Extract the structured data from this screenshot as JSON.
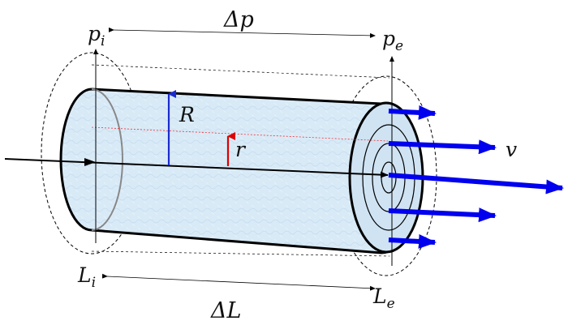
{
  "labels": {
    "delta_p": "Δp",
    "p_i": {
      "base": "p",
      "sub": "i"
    },
    "p_e": {
      "base": "p",
      "sub": "e"
    },
    "R": "R",
    "r": "r",
    "v": "v",
    "delta_L": "ΔL",
    "L_i": {
      "base": "L",
      "sub": "i"
    },
    "L_e": {
      "base": "L",
      "sub": "e"
    }
  },
  "colors": {
    "pipe_fill": "#d6e8f6",
    "pipe_outline": "#000000",
    "velocity_arrow": "#0000ee",
    "radius_R": "#1a2bd0",
    "radius_r": "#dd0000",
    "centerline": "#000000",
    "dashed": "#000000",
    "red_dashed": "#ee3333"
  },
  "icons": {
    "velocity_arrows": "flow-velocity-arrow",
    "axis_arrow": "axis-arrow"
  }
}
